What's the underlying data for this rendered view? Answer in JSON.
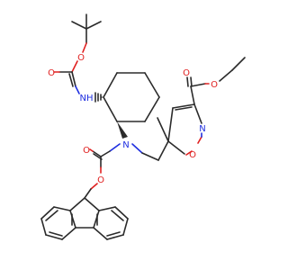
{
  "molecule": {
    "atom_labels": {
      "o_boc_carbonyl": "O",
      "o_boc_ester": "O",
      "nh_boc": "NH",
      "n_central": "N",
      "o_fmoc_carbonyl": "O",
      "o_fmoc_ester": "O",
      "o_ethyl_carbonyl": "O",
      "o_ethyl_ester": "O",
      "n_isoxazole": "N",
      "o_isoxazole": "O"
    },
    "colors": {
      "carbon_bond": "#2b2b2b",
      "oxygen": "#e02020",
      "nitrogen": "#1f2fe0",
      "background": "#ffffff"
    }
  }
}
